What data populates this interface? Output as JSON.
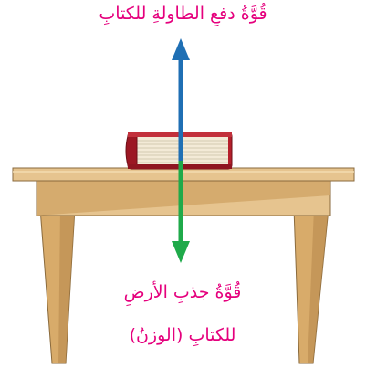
{
  "labels": {
    "normal_force": "قُوَّةُ دفعِ الطاولةِ للكتابِ",
    "weight_line1": "قُوَّةُ جذبِ الأرضِ",
    "weight_line2": "للكتابِ (الوزنُ)"
  },
  "colors": {
    "normal_force_arrow": "#1f6fb4",
    "weight_arrow": "#1faa4a",
    "label_text": "#e5007d",
    "table_top": "#e6c48f",
    "table_apron": "#d3a86a",
    "table_leg": "#d8ab6a",
    "book_cover": "#b51f2b",
    "book_pages": "#f3ead7"
  }
}
